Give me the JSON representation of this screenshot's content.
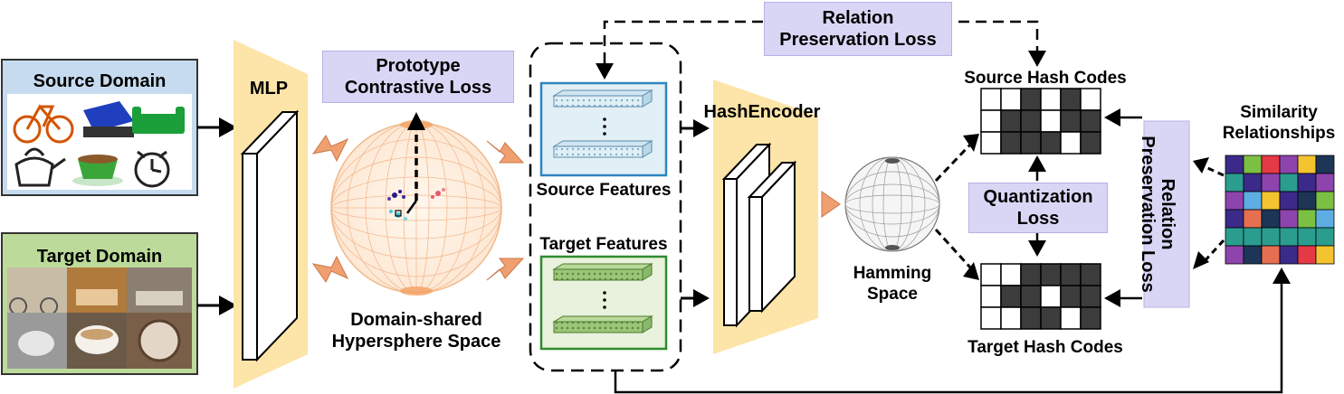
{
  "source_domain": {
    "title": "Source Domain"
  },
  "target_domain": {
    "title": "Target Domain"
  },
  "mlp": {
    "label": "MLP"
  },
  "prototype_loss": {
    "line1": "Prototype",
    "line2": "Contrastive Loss"
  },
  "hypersphere": {
    "line1": "Domain-shared",
    "line2": "Hypersphere Space"
  },
  "features": {
    "source": "Source Features",
    "target": "Target Features"
  },
  "relation_loss_top": {
    "line1": "Relation",
    "line2": "Preservation Loss"
  },
  "hash_encoder": {
    "label": "HashEncoder"
  },
  "hamming": {
    "line1": "Hamming",
    "line2": "Space"
  },
  "hash_codes": {
    "source": "Source Hash Codes",
    "target": "Target Hash Codes"
  },
  "quantization_loss": {
    "line1": "Quantization",
    "line2": "Loss"
  },
  "relation_loss_side": {
    "line1": "Relation",
    "line2": "Preservation Loss"
  },
  "similarity": {
    "line1": "Similarity",
    "line2": "Relationships"
  },
  "colors": {
    "loss_box": "#d9d6f5",
    "mlp": "#fde4a8",
    "arrow_orange": "#f0a070",
    "source_box": "#c6dbef",
    "target_box": "#bcdb9a",
    "source_feature_border": "#2e86c1",
    "target_feature_border": "#2e8b2e"
  }
}
